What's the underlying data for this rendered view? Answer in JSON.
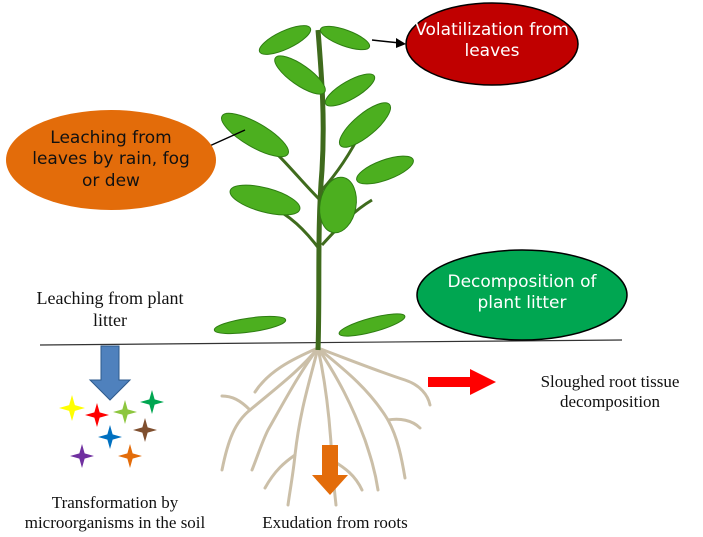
{
  "ovals": {
    "volatilization": {
      "text": "Volatilization from leaves",
      "fill": "#c00000",
      "text_color": "#ffffff"
    },
    "leaching_leaves": {
      "text": "Leaching from leaves by rain, fog or dew",
      "fill": "#e36c0a",
      "text_color": "#111111"
    },
    "decomposition": {
      "text": "Decomposition of plant litter",
      "fill": "#00a651",
      "text_color": "#ffffff"
    }
  },
  "labels": {
    "leaching_litter": "Leaching from plant litter",
    "sloughed": "Sloughed root tissue decomposition",
    "transformation": "Transformation by microorganisms in the soil",
    "exudation": "Exudation from roots"
  },
  "colors": {
    "leaf": "#4caf1f",
    "stem": "#3f6b1d",
    "root": "#cbbfa8",
    "down_arrow_blue": "#4f81bd",
    "arrow_red": "#ff0000",
    "arrow_orange": "#e36c0a"
  },
  "sparkles": [
    "#ffff00",
    "#ff0000",
    "#8dc63f",
    "#00a651",
    "#0070c0",
    "#7f4f2f",
    "#7030a0",
    "#e36c0a"
  ]
}
